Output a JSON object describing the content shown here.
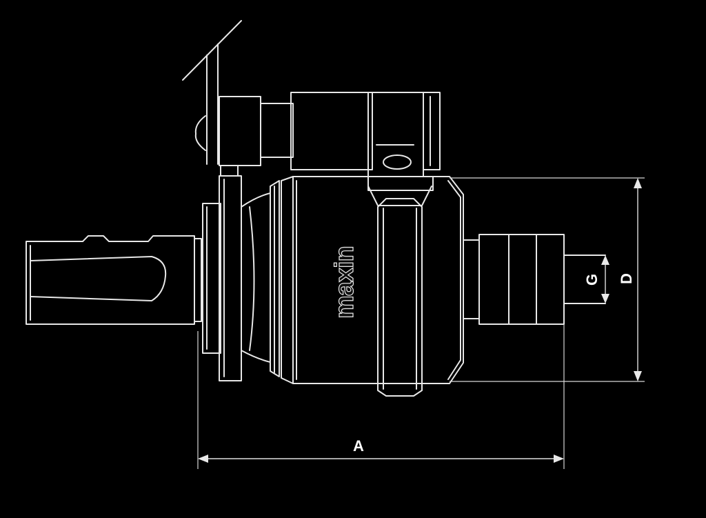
{
  "diagram": {
    "brand_text": "maxin",
    "dimension_labels": {
      "A": "A",
      "D": "D",
      "G": "G"
    },
    "colors": {
      "background": "#000000",
      "line": "#e8e8e8"
    }
  }
}
